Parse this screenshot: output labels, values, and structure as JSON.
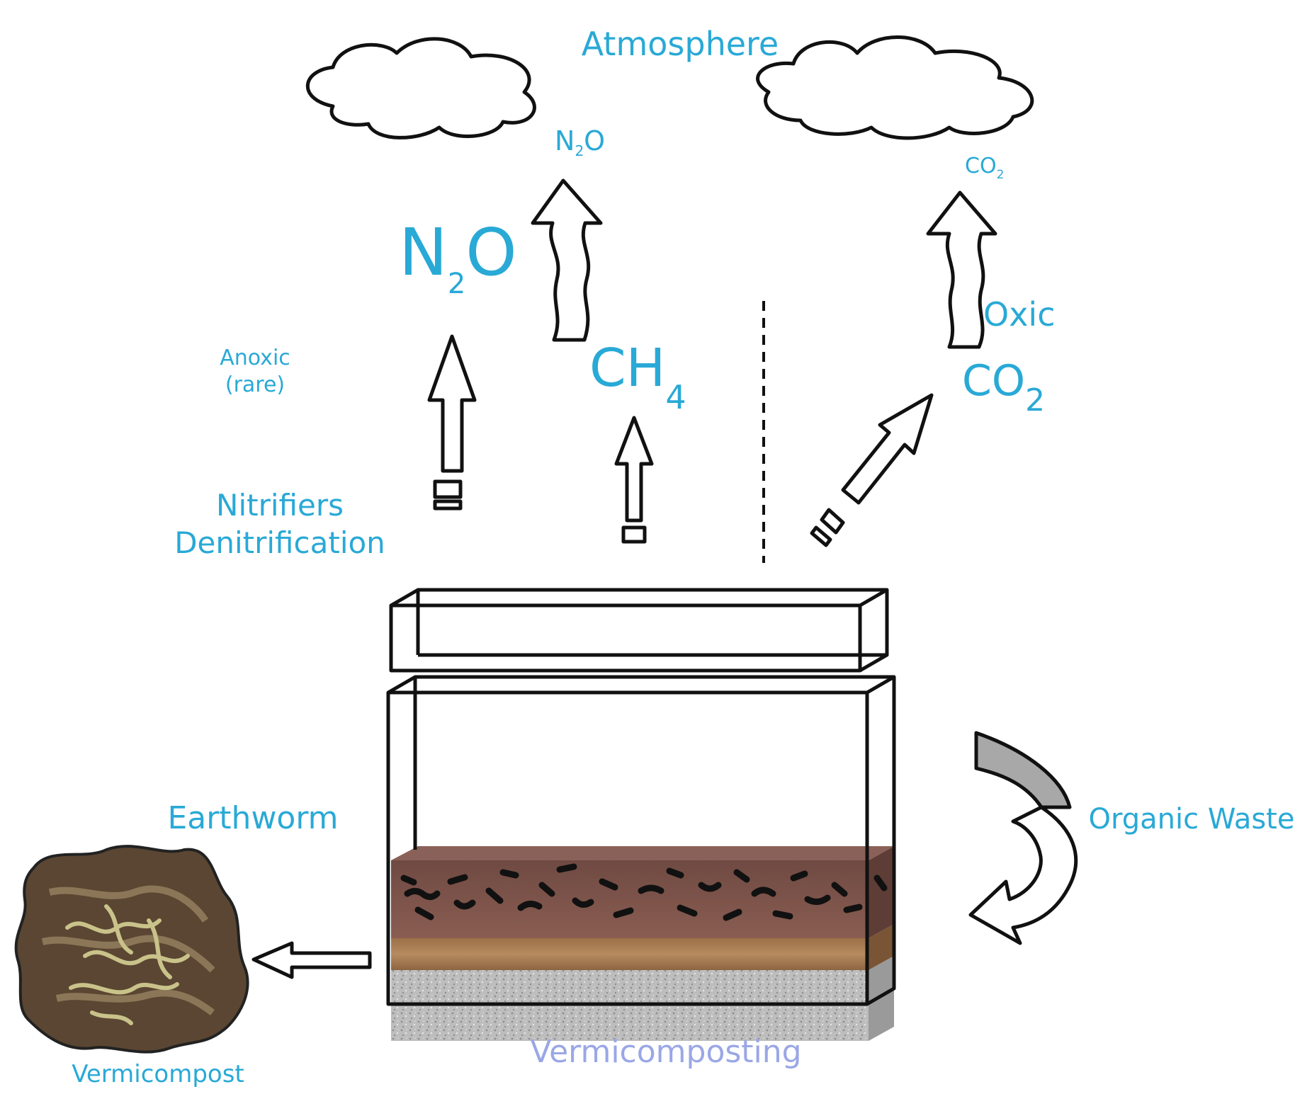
{
  "labels": {
    "atmosphere": "Atmosphere",
    "n2o_small_main": "N",
    "n2o_small_sub": "2",
    "n2o_small_tail": "O",
    "co2_small_main": "CO",
    "co2_small_sub": "2",
    "n2o_big_main": "N",
    "n2o_big_sub": "2",
    "n2o_big_tail": "O",
    "oxic": "Oxic",
    "anoxic_line1": "Anoxic",
    "anoxic_line2": "(rare)",
    "ch4_main": "CH",
    "ch4_sub": "4",
    "co2_big_main": "CO",
    "co2_big_sub": "2",
    "nitrifiers_line1": "Nitrifiers",
    "nitrifiers_line2": "Denitrification",
    "earthworm": "Earthworm",
    "organic_waste": "Organic Waste",
    "vermicompost": "Vermicompost",
    "vermicomposting": "Vermicomposting"
  },
  "colors": {
    "label_blue": "#29a9d6",
    "label_lavender": "#9aa7e6",
    "soil_top": "#7a5148",
    "soil_mid": "#a47a52",
    "gravel": "#bdbdbd",
    "waste_arrow_fill": "#a8a8a8",
    "compost": "#5a4632",
    "worms": "#c9c28a"
  },
  "icons": [
    "cloud-icon",
    "wavy-arrow-icon",
    "straight-arrow-icon",
    "curved-arrow-icon",
    "vermicompost-pile-icon"
  ]
}
